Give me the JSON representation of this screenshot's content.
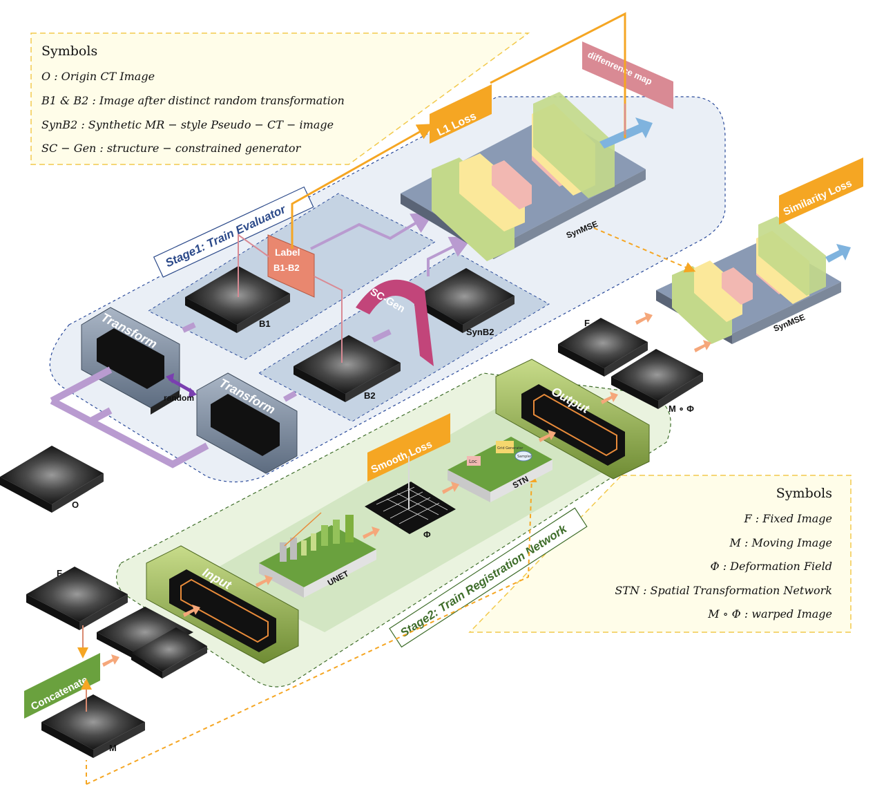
{
  "symbols_top": {
    "title": "Symbols",
    "rows": [
      "O :   Origin CT Image",
      "B1 & B2 : Image after distinct random transformation",
      "SynB2 : Synthetic MR − style Pseudo − CT − image",
      "SC − Gen : structure − constrained generator"
    ]
  },
  "symbols_bottom": {
    "title": "Symbols",
    "rows": [
      "F :   Fixed Image",
      "M : Moving Image",
      "Φ : Deformation Field",
      "STN : Spatial Transformation Network",
      "M ∘ Φ : warped Image"
    ]
  },
  "stage1": {
    "title": "Stage1: Train Evaluator"
  },
  "stage2": {
    "title": "Stage2: Train Registration Network"
  },
  "blocks": {
    "transform_1": "Transform",
    "transform_2": "Transform",
    "random": "random",
    "label_line1": "Label",
    "label_line2": "B1-B2",
    "sc_gen": "SC-Gen",
    "l1_loss": "L1 Loss",
    "difference_map": "diffenrence map",
    "similarity_loss": "Similarity Loss",
    "smooth_loss": "Smooth Loss",
    "output": "Output",
    "input": "Input",
    "concatenate": "Concatenate",
    "unet": "UNET",
    "stn": "STN",
    "synmse_1": "SynMSE",
    "synmse_2": "SynMSE",
    "stn_loc": "Loc",
    "stn_grid": "Grid Generator",
    "stn_sampler": "Sampler"
  },
  "image_labels": {
    "o": "O",
    "b1": "B1",
    "b2": "B2",
    "synb2": "SynB2",
    "f_top": "F",
    "m_phi": "M ∘ Φ",
    "phi": "Φ",
    "f_bottom": "F",
    "m_bottom": "M"
  },
  "colors": {
    "orange": "#f5a623",
    "purple_arrow": "#b99bd0",
    "blue_panel": "#c5d3e3",
    "green_panel": "#d3e6c3",
    "salmon": "#e9876f",
    "pink": "#d98a94",
    "olive": "#7f9a4a"
  }
}
